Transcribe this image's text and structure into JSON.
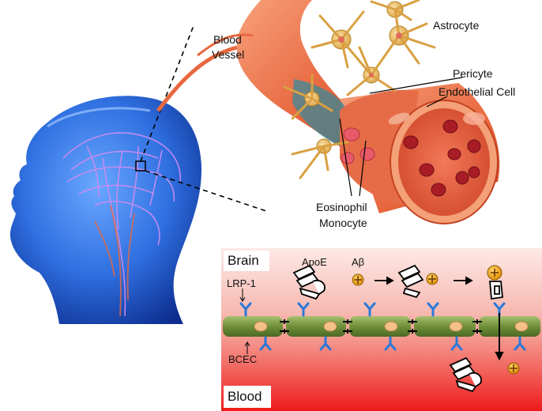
{
  "upper_labels": {
    "blood_vessel_line1": "Blood",
    "blood_vessel_line2": "Vessel",
    "astrocyte": "Astrocyte",
    "pericyte": "Pericyte",
    "endothelial_cell": "Endothelial Cell",
    "eosinophil": "Eosinophil",
    "monocyte": "Monocyte"
  },
  "panel": {
    "brain": "Brain",
    "blood": "Blood",
    "lrp1": "LRP-1",
    "bcec": "BCEC",
    "apoe": "ApoE",
    "abeta": "Aβ"
  },
  "colors": {
    "vessel": "#e8683f",
    "astrocyte": "#e6b25a",
    "head": "#2f6fe0",
    "receptor": "#2b78d8",
    "membrane": "#6f8f3a",
    "abeta_fill": "#e9a30f",
    "blood_red": "#ee1a1a"
  }
}
